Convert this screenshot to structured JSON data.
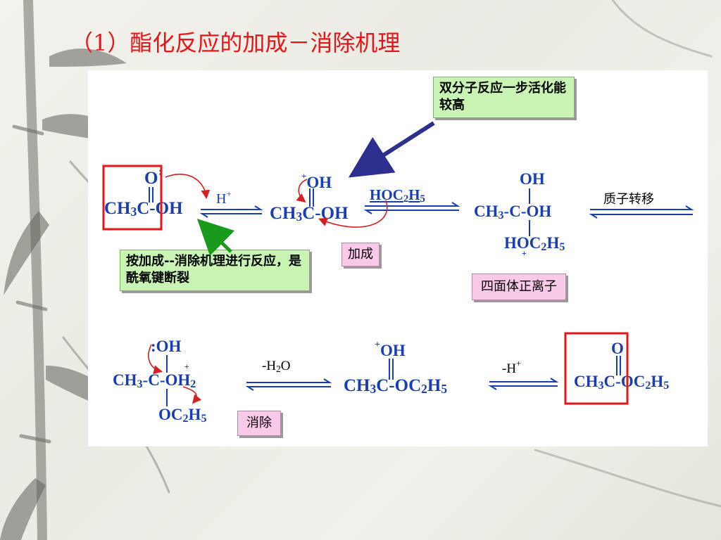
{
  "title": "（1）酯化反应的加成－消除机理",
  "callouts": {
    "bimolecular": "双分子反应一步活化能较高",
    "mechanism": "按加成--消除机理进行反应，是酰氧键断裂",
    "addition": "加成",
    "tetrahedral": "四面体正离子",
    "elimination": "消除",
    "proton_transfer": "质子转移"
  },
  "reagents": {
    "h_plus": "H",
    "h_plus_sup": "+",
    "alcohol": "HOC",
    "alcohol_sub2": "2",
    "alcohol_h": "H",
    "alcohol_sub5": "5",
    "minus_water": "-H",
    "water_sub": "2",
    "water_o": "O",
    "minus_h": "-H",
    "minus_h_sup": "+"
  },
  "colors": {
    "title": "#e8161a",
    "structure": "#1a3db4",
    "green_box": "#c9f4b3",
    "pink_box": "#f9c9ea",
    "highlight_box": "#e8161a",
    "curved_arrow": "#d42020",
    "callout_arrow": "#2d2f8f",
    "green_arrow": "#1a9a1a"
  }
}
